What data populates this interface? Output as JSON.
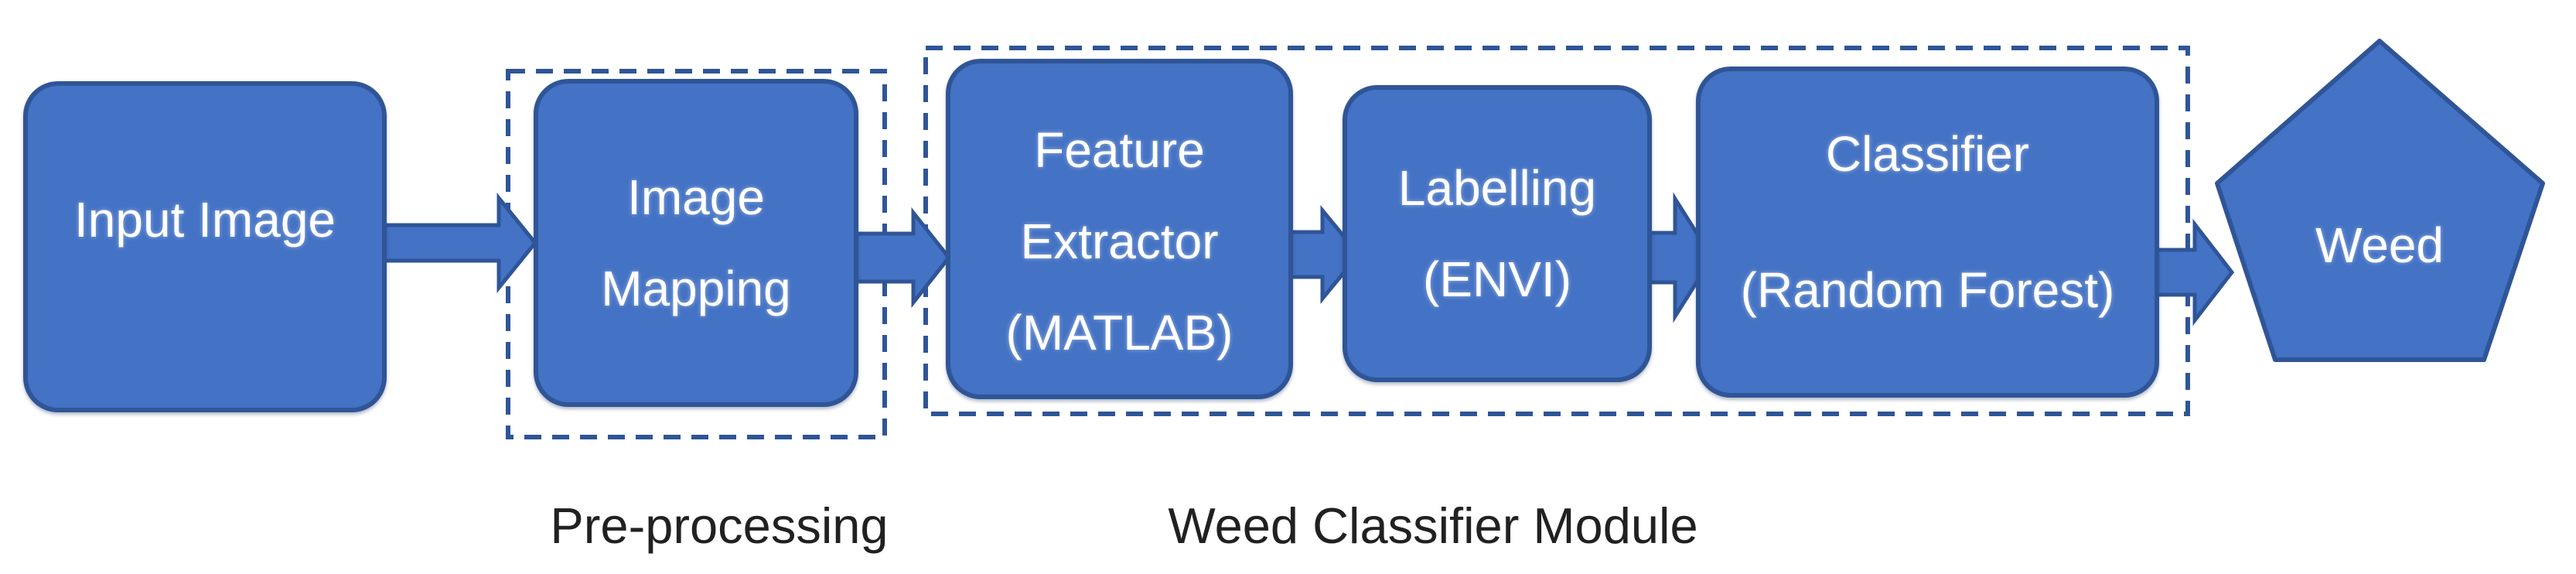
{
  "theme": {
    "background": "#FFFFFF",
    "node_fill": "#4472C4",
    "node_border": "#2F5597",
    "node_text": "#FFFFFF",
    "arrow_fill": "#4472C4",
    "arrow_border": "#2F5597",
    "dashed_border": "#2F5597",
    "label_text": "#212121"
  },
  "nodes": {
    "input_image": {
      "shape": "rounded-rectangle",
      "lines": [
        "Input Image"
      ]
    },
    "image_mapping": {
      "shape": "rounded-rectangle",
      "lines": [
        "Image",
        "Mapping"
      ]
    },
    "feature_extractor": {
      "shape": "rounded-rectangle",
      "lines": [
        "Feature",
        "Extractor",
        "(MATLAB)"
      ]
    },
    "labelling": {
      "shape": "rounded-rectangle",
      "lines": [
        "Labelling",
        "(ENVI)"
      ]
    },
    "classifier": {
      "shape": "rounded-rectangle",
      "lines": [
        "Classifier",
        "(Random Forest)"
      ]
    },
    "weed": {
      "shape": "pentagon",
      "lines": [
        "Weed"
      ]
    }
  },
  "groups": {
    "preprocessing": {
      "label": "Pre-processing",
      "contains": [
        "image_mapping"
      ]
    },
    "weed_classifier_module": {
      "label": "Weed Classifier Module",
      "contains": [
        "feature_extractor",
        "labelling",
        "classifier"
      ]
    }
  },
  "flow": [
    "input_image",
    "image_mapping",
    "feature_extractor",
    "labelling",
    "classifier",
    "weed"
  ]
}
